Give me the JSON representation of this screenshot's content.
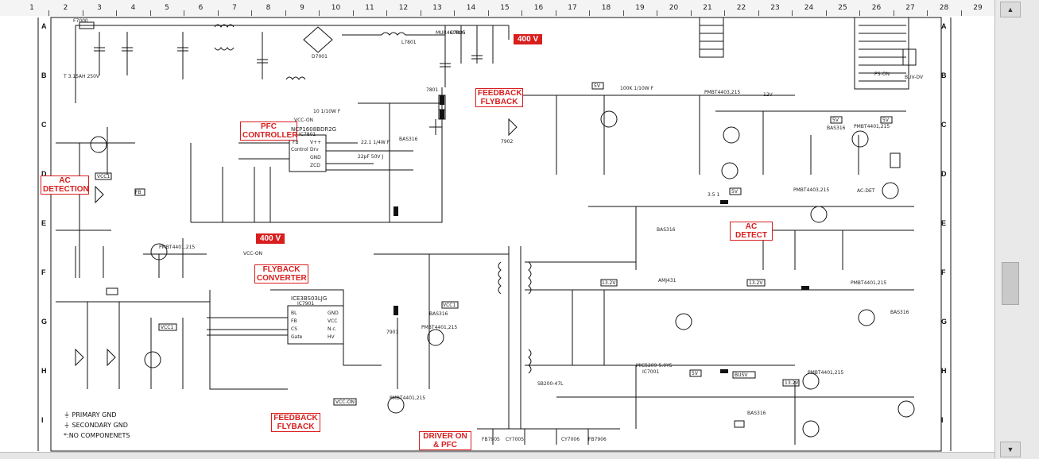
{
  "ruler": {
    "columns": [
      "1",
      "2",
      "3",
      "4",
      "5",
      "6",
      "7",
      "8",
      "9",
      "10",
      "11",
      "12",
      "13",
      "14",
      "15",
      "16",
      "17",
      "18",
      "19",
      "20",
      "21",
      "22",
      "23",
      "24",
      "25",
      "26",
      "27",
      "28",
      "29"
    ]
  },
  "schematic": {
    "row_letters": [
      "A",
      "B",
      "C",
      "D",
      "E",
      "F",
      "G",
      "H",
      "I"
    ],
    "callouts": {
      "v400_top": "400 V",
      "v400_mid": "400 V",
      "feedback_flyback_top": "FEEDBACK FLYBACK",
      "pfc_controller": "PFC CONTROLLER",
      "ac_detection": "AC DETECTION",
      "ac_detect": "AC DETECT",
      "flyback_converter": "FLYBACK CONVERTER",
      "feedback_flyback_bottom": "FEEDBACK FLYBACK",
      "driver_on_pfc": "DRIVER ON & PFC"
    },
    "legend": {
      "primary": "PRIMARY GND",
      "secondary": "SECONDARY GND",
      "no_components": "*:NO COMPONENETS"
    },
    "refdes": {
      "pfc_ic": "IC7801",
      "pfc_ic_part": "NCP1608BDR2G",
      "flyback_ic": "IC7901",
      "flyback_ic_part": "ICE3BS03LJG",
      "pfc_pins": [
        "V++",
        "FB",
        "GND",
        "Control",
        "Drv",
        "ZCD"
      ],
      "flyback_pins": [
        "BL",
        "FB",
        "CS",
        "Gate",
        "GND",
        "VCC",
        "N.c.",
        "HV"
      ],
      "vcc_on": "VCC-ON",
      "vcc1": "VCC1",
      "five_v": "5V",
      "twelve_v": "12V",
      "thirteen_v": "13.2V",
      "bus_v": "BUSV",
      "ac_det": "AC-DET",
      "ps_on": "PS-ON",
      "buv_dv": "BUV-DV",
      "fb_lbl": "FB",
      "regulator": "MIC5209-5.0YS",
      "regulator_ref": "IC7001",
      "mosfet_1": "7801",
      "mosfet_2": "7901",
      "bridge": "D7001",
      "fuse": "F7000",
      "fuse_rating": "T 3.15AH 250V",
      "cap_400v": "C7805",
      "ferrite": "FB7905",
      "ferrite_2": "FB7906",
      "y_cap": "CY7005",
      "y_cap_2": "CY7006",
      "ind_main": "L7801",
      "opto": "7902",
      "shunt": "AMJ431",
      "transistor_1": "PMBT4403,215",
      "transistor_2": "PMBT4401,215",
      "diode_1": "BAS316",
      "diode_2": "MUR460RLG",
      "diode_3": "SB200-47L",
      "res_1": "10 1/10W F",
      "res_2": "100K 1/10W F",
      "res_3": "22.1 1/4W F",
      "cap_1": "3.5 1",
      "cap_2": "22pF 50V J"
    }
  }
}
